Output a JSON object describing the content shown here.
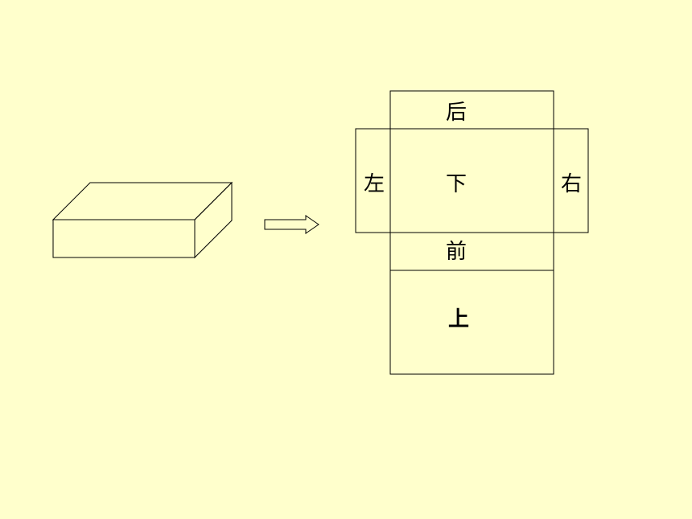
{
  "colors": {
    "background": "#FFFFCC",
    "stroke": "#000000"
  },
  "net": {
    "faces": [
      {
        "id": "back",
        "label": "后"
      },
      {
        "id": "left",
        "label": "左"
      },
      {
        "id": "bottom",
        "label": "下"
      },
      {
        "id": "right",
        "label": "右"
      },
      {
        "id": "front",
        "label": "前"
      },
      {
        "id": "top",
        "label": "上"
      }
    ]
  }
}
